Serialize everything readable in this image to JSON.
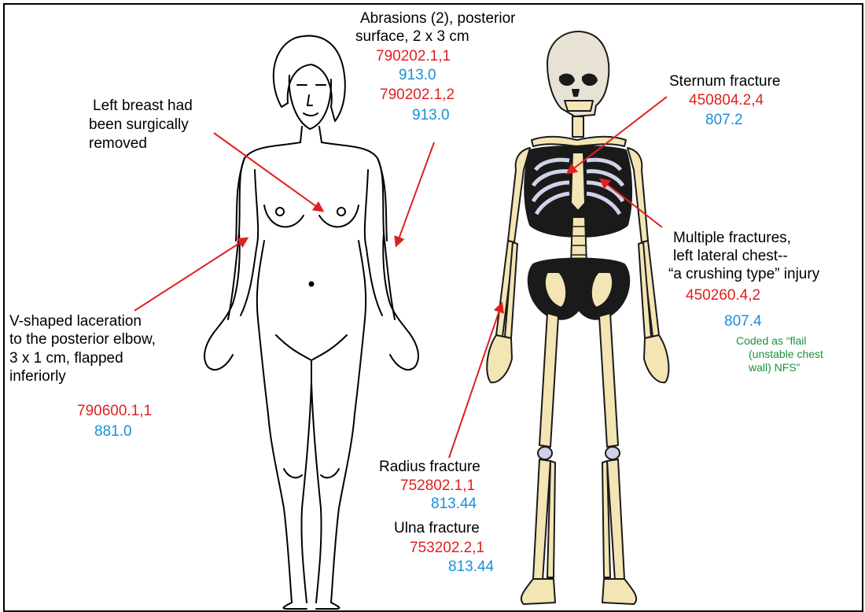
{
  "colors": {
    "ais_code": "#e02020",
    "icd_code": "#1a8fd6",
    "note": "#17933a",
    "arrow": "#e02020",
    "bone": "#f3e5b4",
    "bone_shadow": "#1a1a1a"
  },
  "icons": [
    "female-body-outline",
    "skeleton"
  ],
  "annotations": {
    "abrasions": {
      "line1": "Abrasions (2), posterior",
      "line2": "surface, 2 x 3 cm",
      "code1": "790202.1,1",
      "icd1": "913.0",
      "code2": "790202.1,2",
      "icd2": "913.0"
    },
    "breast": {
      "line1": "Left breast had",
      "line2": "been surgically",
      "line3": "removed"
    },
    "sternum": {
      "label": "Sternum fracture",
      "code": "450804.2,4",
      "icd": "807.2"
    },
    "chest": {
      "line1": "Multiple fractures,",
      "line2": "left lateral chest--",
      "line3": "“a crushing type” injury",
      "code": "450260.4,2",
      "icd": "807.4",
      "note1": "Coded as “flail",
      "note2": "(unstable chest",
      "note3": "wall) NFS”"
    },
    "laceration": {
      "line1": "V-shaped laceration",
      "line2": "to the posterior elbow,",
      "line3": "3 x 1 cm, flapped",
      "line4": "inferiorly",
      "code": "790600.1,1",
      "icd": "881.0"
    },
    "radius": {
      "label": "Radius fracture",
      "code": "752802.1,1",
      "icd": "813.44"
    },
    "ulna": {
      "label": "Ulna fracture",
      "code": "753202.2,1",
      "icd": "813.44"
    }
  }
}
